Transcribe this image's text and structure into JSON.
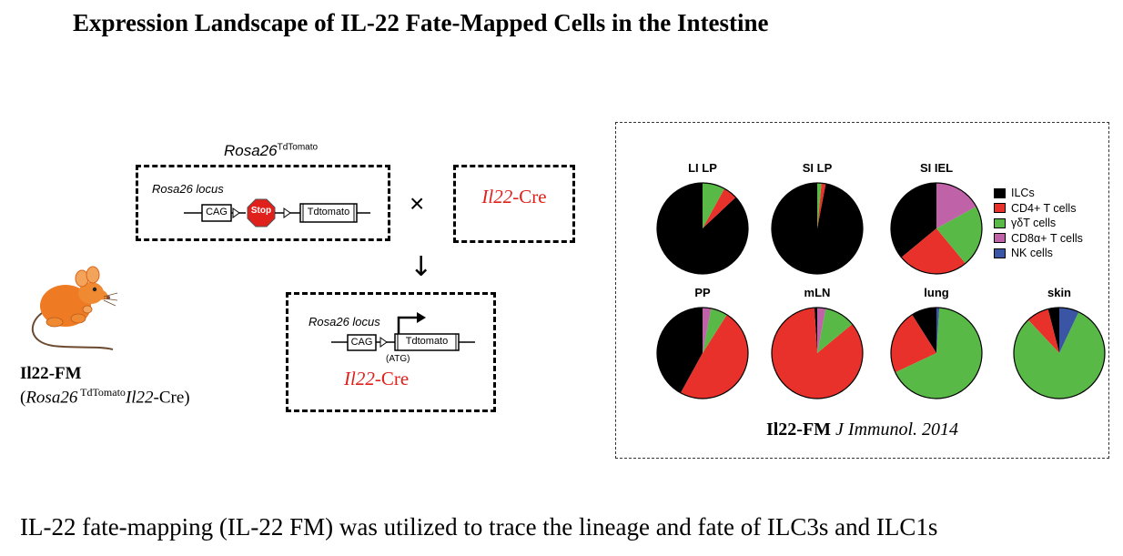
{
  "title": "Expression Landscape of IL-22 Fate-Mapped Cells in the Intestine",
  "caption": "IL-22 fate-mapping (IL-22 FM) was utilized to trace the lineage and fate of ILC3s and ILC1s",
  "construct": {
    "rosa_label": "Rosa26",
    "rosa_sup": "TdTomato",
    "locus_label": "Rosa26 locus",
    "cag": "CAG",
    "stop": "Stop",
    "tdtomato": "Tdtomato",
    "cross_symbol": "×",
    "arrow_symbol": "↓",
    "cre_italic": "Il22",
    "cre_suffix": "-Cre",
    "atg": "(ATG)"
  },
  "mouse": {
    "name": "Il22-FM",
    "name_prefix": "Il22",
    "name_suffix": "-FM",
    "genotype_open": "(",
    "genotype_rosa": "Rosa26",
    "genotype_sup": " TdTomato",
    "genotype_il22": "Il22",
    "genotype_close": "-Cre)"
  },
  "figure_caption": {
    "bold": "Il22-FM",
    "italic": "J Immunol. 2014"
  },
  "colors": {
    "ILCs": "#000000",
    "CD4+ T cells": "#e8312a",
    "γδT cells": "#59b947",
    "CD8α+ T cells": "#c062a8",
    "NK cells": "#3a55a3",
    "stop_sign": "#e0201b"
  },
  "chart_data": {
    "type": "pie",
    "legend_position": "right",
    "categories": [
      "ILCs",
      "CD4+ T cells",
      "γδT cells",
      "CD8α+ T cells",
      "NK cells"
    ],
    "pies": [
      {
        "name": "LI LP",
        "values": [
          87,
          5,
          8,
          0,
          0
        ]
      },
      {
        "name": "SI LP",
        "values": [
          97,
          1.5,
          1.5,
          0,
          0
        ]
      },
      {
        "name": "SI IEL",
        "values": [
          36,
          25,
          22,
          17,
          0
        ]
      },
      {
        "name": "PP",
        "values": [
          42,
          49,
          6,
          3,
          0
        ]
      },
      {
        "name": "mLN",
        "values": [
          1,
          85,
          11,
          3,
          0
        ]
      },
      {
        "name": "lung",
        "values": [
          9,
          23,
          67,
          0,
          1
        ]
      },
      {
        "name": "skin",
        "values": [
          4,
          8,
          81,
          0,
          7
        ]
      }
    ]
  }
}
